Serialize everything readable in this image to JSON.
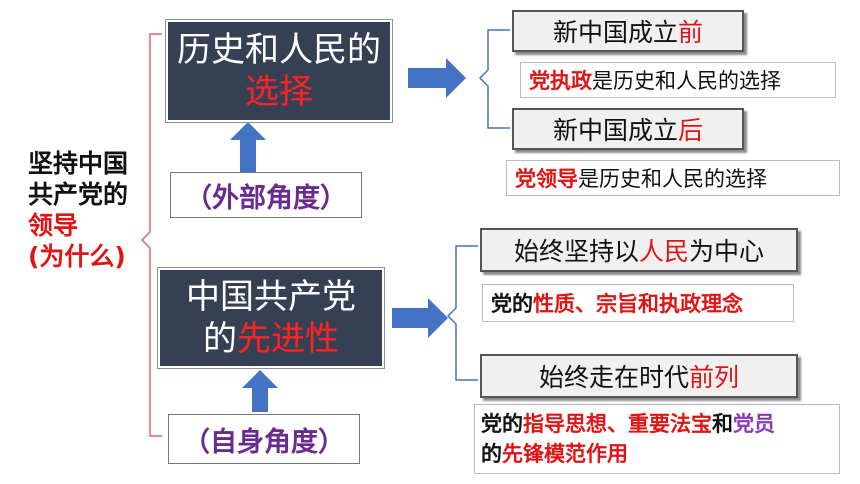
{
  "left_label": {
    "line1": "坚持中国",
    "line2": "共产党的",
    "line3": "领导",
    "line4": "(为什么)"
  },
  "top_box": {
    "line1": "历史和人民的",
    "line2": "选择"
  },
  "outer_perspective": "（外部角度）",
  "bottom_box": {
    "line1": "中国共产党",
    "line2_prefix": "的",
    "line2_highlight": "先进性"
  },
  "inner_perspective": "（自身角度）",
  "after_founding_before": {
    "prefix": "新中国成立",
    "highlight": "前"
  },
  "note_ruling": {
    "red": "党执政",
    "rest": "是历史和人民的选择"
  },
  "after_founding_after": {
    "prefix": "新中国成立",
    "highlight": "后"
  },
  "note_leading": {
    "red": "党领导",
    "rest": "是历史和人民的选择"
  },
  "people_center": {
    "prefix": "始终坚持以",
    "highlight": "人民",
    "suffix": "为中心"
  },
  "note_nature": {
    "prefix": "党的",
    "red": "性质、宗旨和执政理念"
  },
  "forefront": {
    "prefix": "始终走在时代",
    "highlight": "前列"
  },
  "note_guidance": {
    "prefix": "党的",
    "red1": "指导思想、重要法宝",
    "mid": "和",
    "purple": "党员",
    "line2_prefix": "的",
    "red2": "先锋模范作用"
  },
  "colors": {
    "dark_box": "#364055",
    "arrow_blue": "#4472c4",
    "highlight_red": "#e01414",
    "purple": "#6a2a8e",
    "brace_red": "#e06666"
  }
}
